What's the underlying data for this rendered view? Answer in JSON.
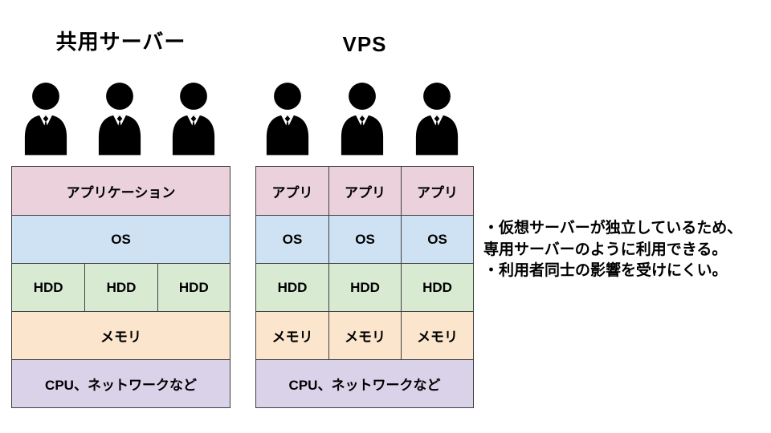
{
  "colors": {
    "app": "#ead1dc",
    "os": "#cfe2f3",
    "hdd": "#d9ead3",
    "memory": "#fce5cd",
    "cpu": "#d9d2e9",
    "border": "#404040"
  },
  "shared": {
    "title": "共用サーバー",
    "rows": {
      "app": "アプリケーション",
      "os": "OS",
      "hdd": [
        "HDD",
        "HDD",
        "HDD"
      ],
      "memory": "メモリ",
      "cpu": "CPU、ネットワークなど"
    }
  },
  "vps": {
    "title": "VPS",
    "rows": {
      "app": [
        "アプリ",
        "アプリ",
        "アプリ"
      ],
      "os": [
        "OS",
        "OS",
        "OS"
      ],
      "hdd": [
        "HDD",
        "HDD",
        "HDD"
      ],
      "memory": [
        "メモリ",
        "メモリ",
        "メモリ"
      ],
      "cpu": "CPU、ネットワークなど"
    }
  },
  "notes": {
    "lines": [
      "・仮想サーバーが独立しているため、",
      "専用サーバーのように利用できる。",
      "・利用者同士の影響を受けにくい。"
    ]
  }
}
